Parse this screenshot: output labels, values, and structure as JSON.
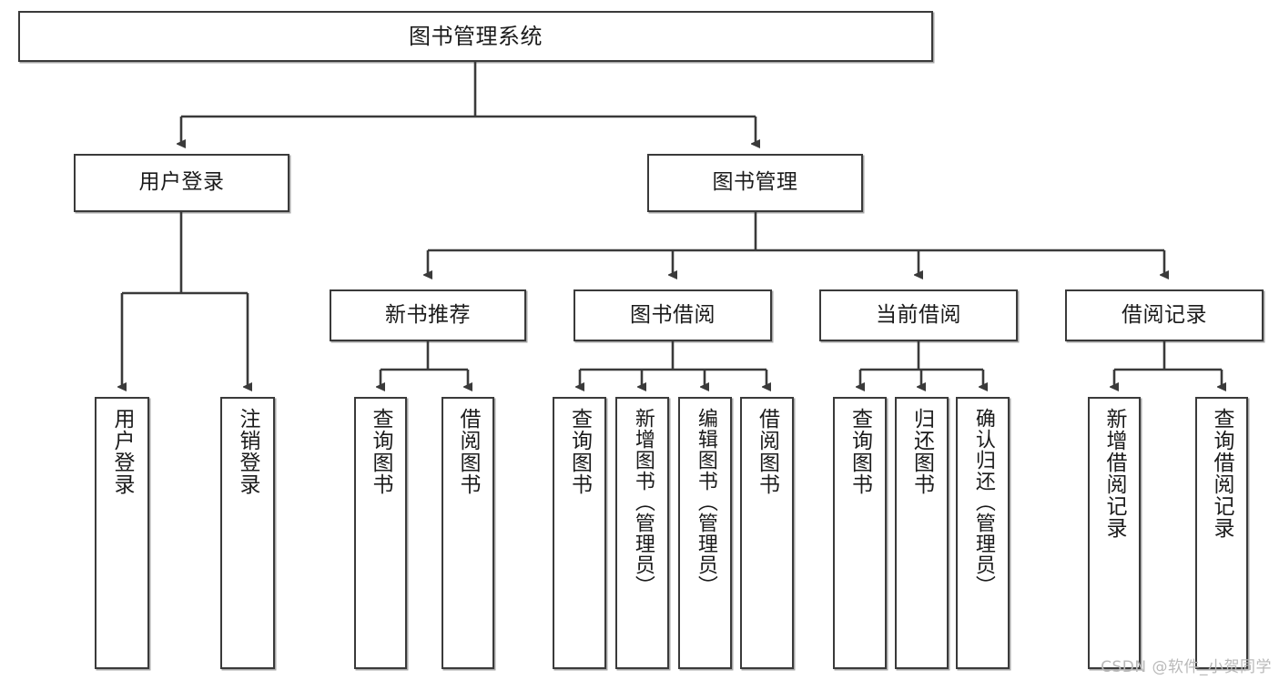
{
  "diagram": {
    "type": "tree-flowchart",
    "root": {
      "label": "图书管理系统"
    },
    "level2": [
      {
        "label": "用户登录"
      },
      {
        "label": "图书管理"
      }
    ],
    "level3": [
      {
        "label": "新书推荐"
      },
      {
        "label": "图书借阅"
      },
      {
        "label": "当前借阅"
      },
      {
        "label": "借阅记录"
      }
    ],
    "leaves": {
      "user_login": [
        {
          "label": "用户登录"
        },
        {
          "label": "注销登录"
        }
      ],
      "new_book_recommend": [
        {
          "label": "查询图书"
        },
        {
          "label": "借阅图书"
        }
      ],
      "book_borrow": [
        {
          "label": "查询图书"
        },
        {
          "label": "新增图书（管理员）"
        },
        {
          "label": "编辑图书（管理员）"
        },
        {
          "label": "借阅图书"
        }
      ],
      "current_borrow": [
        {
          "label": "查询图书"
        },
        {
          "label": "归还图书"
        },
        {
          "label": "确认归还（管理员）"
        }
      ],
      "borrow_record": [
        {
          "label": "新增借阅记录"
        },
        {
          "label": "查询借阅记录"
        }
      ]
    }
  },
  "watermark": {
    "text": "CSDN @软件_小贺同学"
  },
  "colors": {
    "stroke": "#3a3a3a",
    "fill": "#ffffff",
    "text": "#1b1b1b",
    "watermark": "#b9b9b9"
  }
}
